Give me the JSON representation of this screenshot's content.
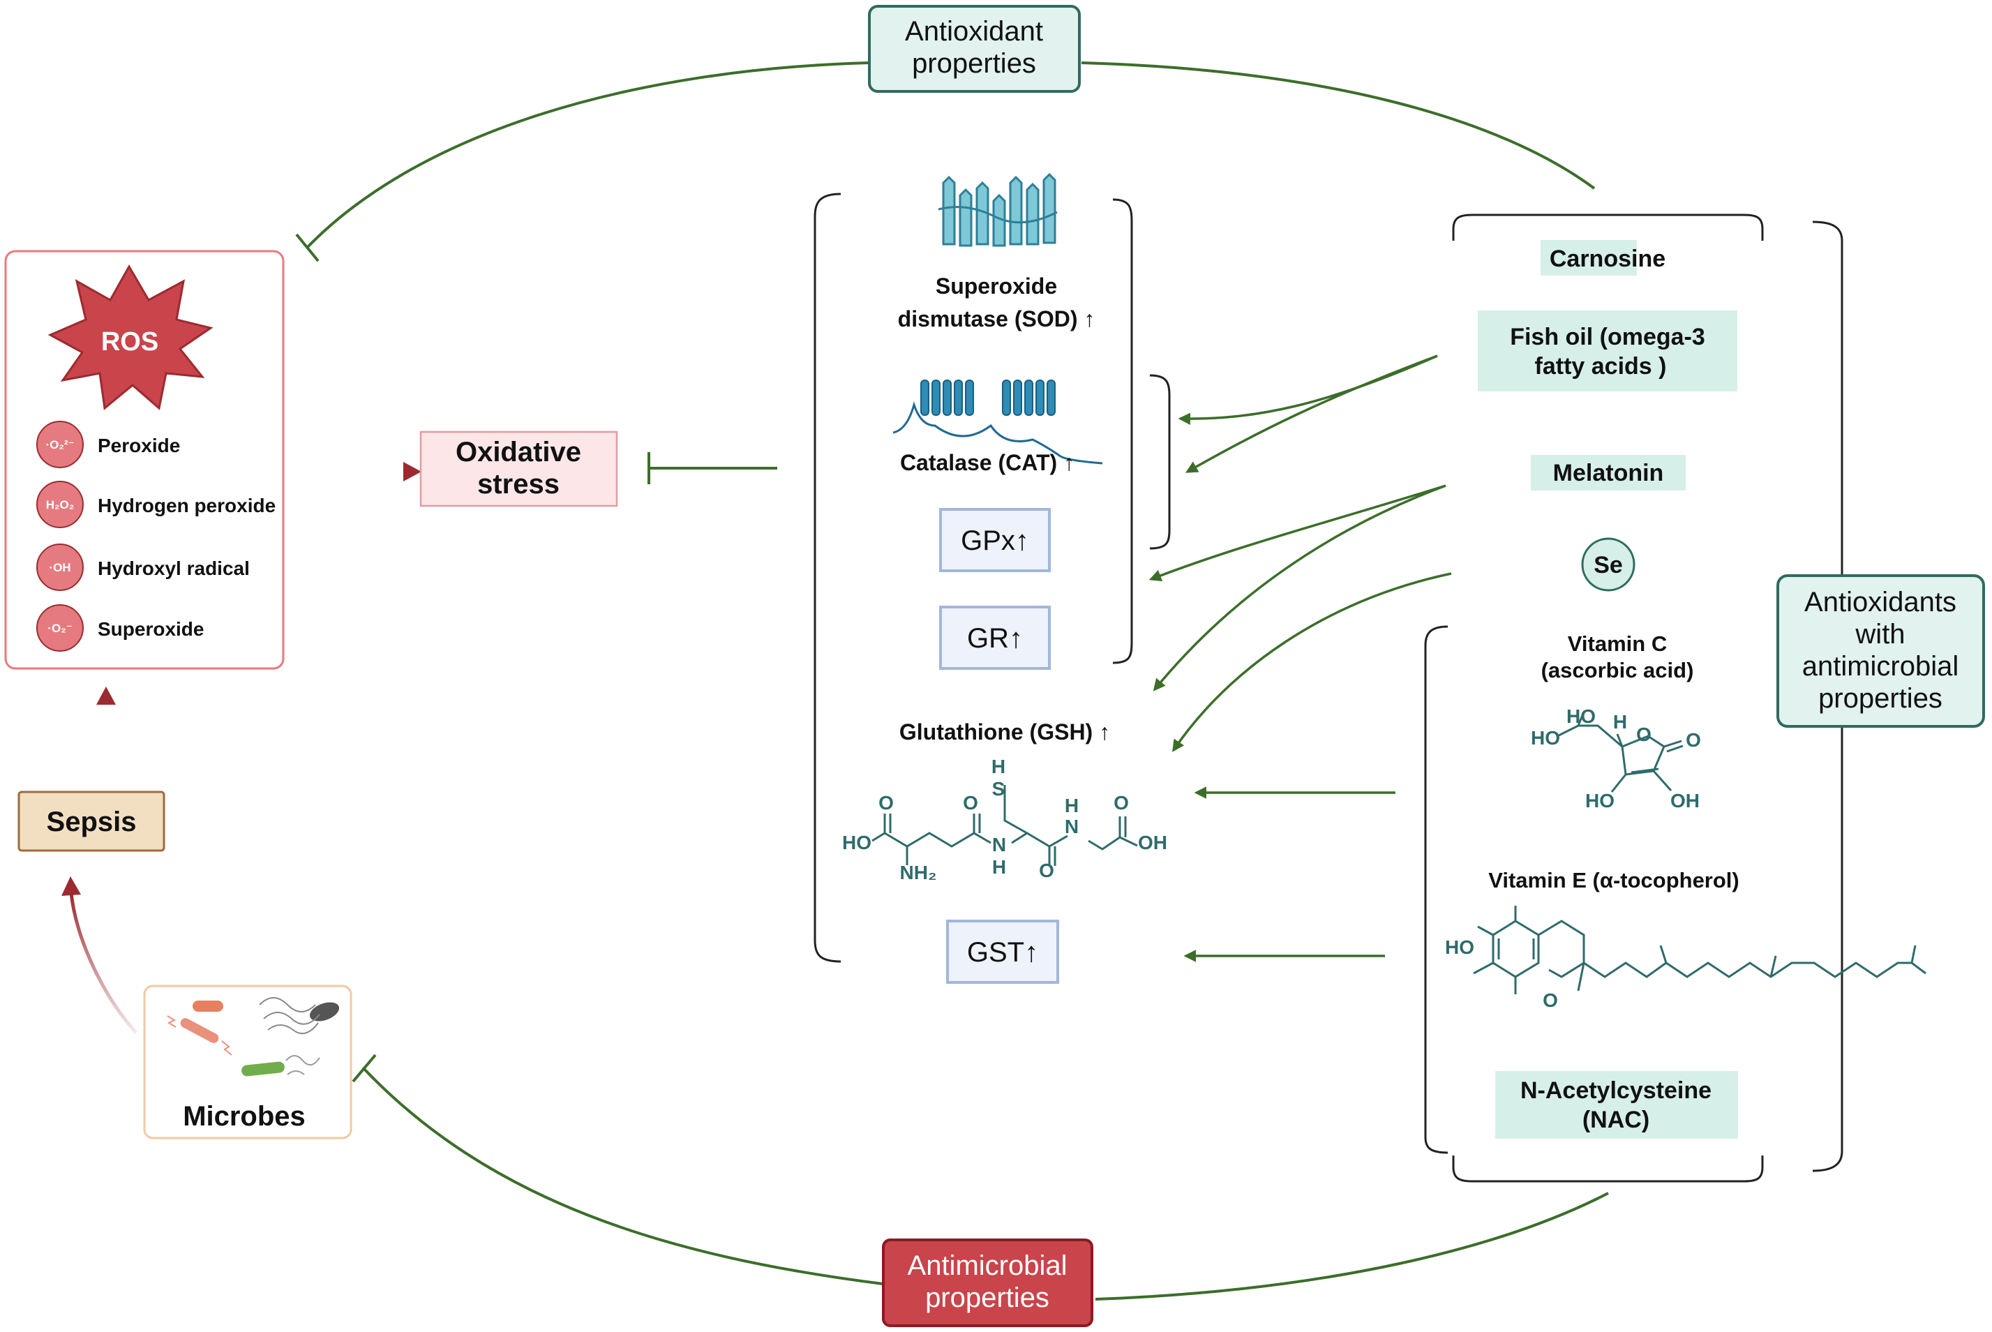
{
  "top_label": {
    "line1": "Antioxidant",
    "line2": "properties"
  },
  "bottom_label": {
    "line1": "Antimicrobial",
    "line2": "properties"
  },
  "right_label": {
    "line1": "Antioxidants",
    "line2": "with",
    "line3": "antimicrobial",
    "line4": "properties"
  },
  "ros": {
    "title": "ROS",
    "items": [
      {
        "badge": "·O₂²⁻",
        "label": "Peroxide"
      },
      {
        "badge": "H₂O₂",
        "label": "Hydrogen peroxide"
      },
      {
        "badge": "·OH",
        "label": "Hydroxyl radical"
      },
      {
        "badge": "·O₂⁻",
        "label": "Superoxide"
      }
    ]
  },
  "oxidative_stress": {
    "line1": "Oxidative",
    "line2": "stress"
  },
  "sepsis": "Sepsis",
  "microbes": "Microbes",
  "enzymes": {
    "sod": {
      "line1": "Superoxide",
      "line2": "dismutase (SOD) ↑"
    },
    "cat": "Catalase (CAT) ↑",
    "gpx": "GPx↑",
    "gr": "GR↑",
    "gsh": "Glutathione (GSH) ↑",
    "gst": "GST↑"
  },
  "gsh_molecule": {
    "atoms": [
      "H",
      "S",
      "O",
      "O",
      "H",
      "N",
      "O",
      "HO",
      "N",
      "OH",
      "NH₂",
      "H",
      "O"
    ]
  },
  "antioxidants": {
    "carnosine": "Carnosine",
    "fish_oil": {
      "line1": "Fish oil (omega-3",
      "line2": "fatty acids )"
    },
    "melatonin": "Melatonin",
    "se": "Se",
    "vitamin_c": {
      "line1": "Vitamin C",
      "line2": "(ascorbic acid)"
    },
    "vitamin_c_atoms": [
      "HO",
      "H",
      "HO",
      "O",
      "O",
      "HO",
      "OH"
    ],
    "vitamin_e": "Vitamin E (α-tocopherol)",
    "vitamin_e_atoms": [
      "HO",
      "O"
    ],
    "nac": {
      "line1": "N-Acetylcysteine",
      "line2": "(NAC)"
    }
  },
  "colors": {
    "green_line": "#3c6e2a",
    "dark_red": "#9b2b30",
    "teal_box": "#d7efe9",
    "teal_border": "#2f6b5e",
    "ros_red": "#c9444b",
    "blue_box": "#eef2fa",
    "blue_border": "#a3b6dc",
    "sepsis_fill": "#f2dfc2",
    "molecule": "#2f6b6b"
  },
  "icons": [
    "ros-burst-icon",
    "sod-protein-icon",
    "catalase-protein-icon",
    "bacteria-icon"
  ]
}
